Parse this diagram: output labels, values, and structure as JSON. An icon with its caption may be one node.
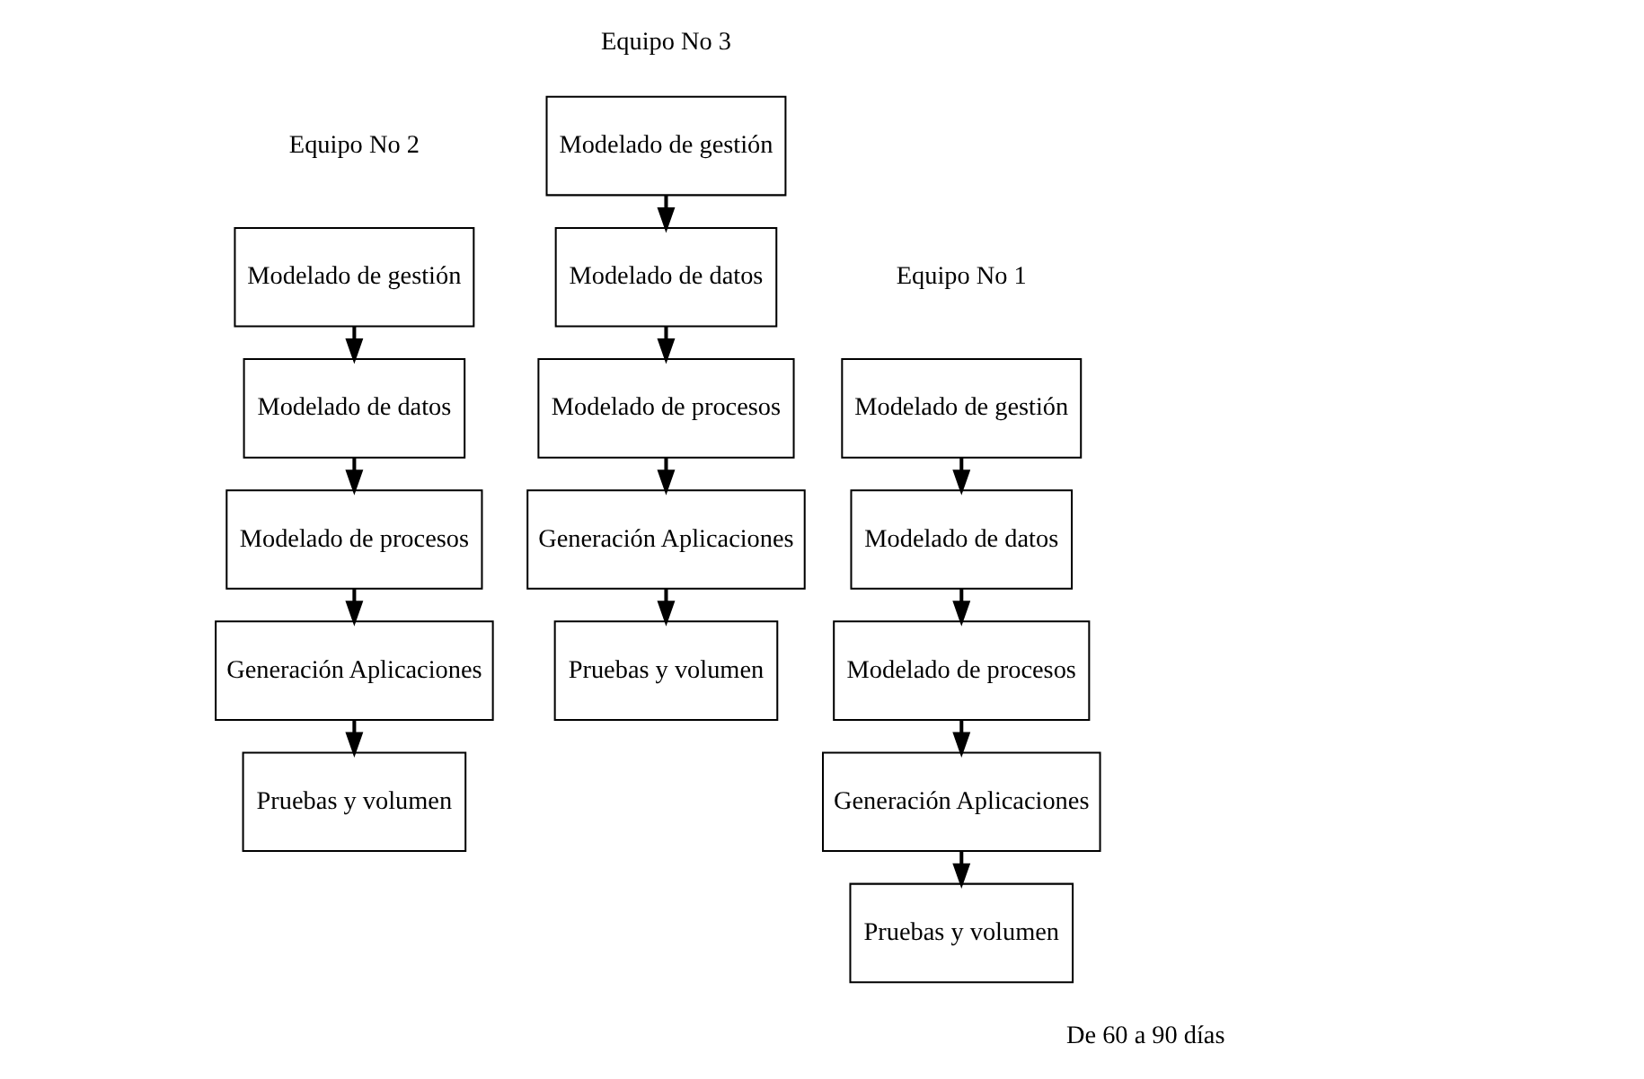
{
  "diagram": {
    "nodes": [
      {
        "text": [
          "Modelado de gestión"
        ]
      },
      {
        "text": [
          "Modelado de datos"
        ]
      },
      {
        "text": [
          "Modelado de procesos"
        ]
      },
      {
        "text": [
          "Generación Aplicaciones"
        ]
      },
      {
        "text": [
          "Pruebas y volumen"
        ]
      },
      {
        "text": [
          "Modelado de gestión"
        ]
      },
      {
        "text": [
          "Modelado de datos"
        ]
      },
      {
        "text": [
          "Modelado de procesos"
        ]
      },
      {
        "text": [
          "Generación Aplicaciones"
        ]
      },
      {
        "text": [
          "Pruebas y volumen"
        ]
      },
      {
        "text": [
          "Modelado de gestión"
        ]
      },
      {
        "text": [
          "Modelado de datos"
        ]
      },
      {
        "text": [
          "Modelado de procesos"
        ]
      },
      {
        "text": [
          "Generación Aplicaciones"
        ]
      },
      {
        "text": [
          "Pruebas y volumen"
        ]
      }
    ],
    "edges": [
      {
        "from": 0,
        "to": 1,
        "arrow": "to"
      },
      {
        "from": 1,
        "to": 2,
        "arrow": "to"
      },
      {
        "from": 2,
        "to": 3,
        "arrow": "to"
      },
      {
        "from": 3,
        "to": 4,
        "arrow": "to"
      },
      {
        "from": 5,
        "to": 6,
        "arrow": "to"
      },
      {
        "from": 6,
        "to": 7,
        "arrow": "to"
      },
      {
        "from": 7,
        "to": 8,
        "arrow": "to"
      },
      {
        "from": 8,
        "to": 9,
        "arrow": "to"
      },
      {
        "from": 10,
        "to": 11,
        "arrow": "to"
      },
      {
        "from": 11,
        "to": 12,
        "arrow": "to"
      },
      {
        "from": 12,
        "to": 13,
        "arrow": "to"
      },
      {
        "from": 13,
        "to": 14,
        "arrow": "to"
      }
    ],
    "labels": [
      "Equipo No 3",
      "Equipo No 2",
      "Equipo No 1",
      "De 60 a 90 días"
    ]
  }
}
